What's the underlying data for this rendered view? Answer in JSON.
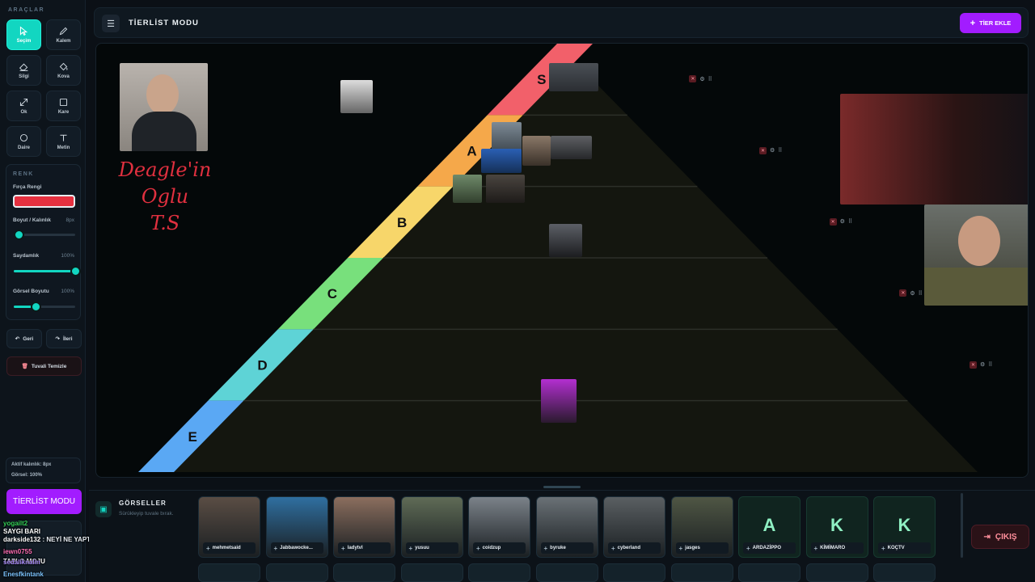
{
  "sidebar": {
    "section_tools": "ARAÇLAR",
    "tools": [
      {
        "label": "Seçim",
        "icon": "cursor-icon",
        "active": true
      },
      {
        "label": "Kalem",
        "icon": "pencil-icon"
      },
      {
        "label": "Silgi",
        "icon": "eraser-icon"
      },
      {
        "label": "Kova",
        "icon": "bucket-icon"
      },
      {
        "label": "Ok",
        "icon": "arrow-icon"
      },
      {
        "label": "Kare",
        "icon": "square-icon"
      },
      {
        "label": "Daire",
        "icon": "circle-icon"
      },
      {
        "label": "Metin",
        "icon": "text-icon"
      }
    ],
    "color_section": "RENK",
    "brush_color_label": "Fırça Rengi",
    "brush_color": "#e5303f",
    "size_label": "Boyut / Kalınlık",
    "size_value": "8px",
    "size_fraction": 0.08,
    "opacity_label": "Saydamlık",
    "opacity_value": "100%",
    "opacity_fraction": 1.0,
    "image_size_label": "Görsel Boyutu",
    "image_size_value": "100%",
    "image_size_fraction": 0.35,
    "undo_label": "Geri",
    "redo_label": "İleri",
    "clear_label": "Tuvali Temizle",
    "status_thickness": "Aktif kalınlık: 8px",
    "status_image": "Görsel: 100%",
    "mode_button": "TİERLİST MODU"
  },
  "header": {
    "title": "TİERLİST MODU",
    "add_tier_label": "TİER EKLE",
    "accent": "#a21cff"
  },
  "tiers": [
    {
      "label": "S",
      "color": "#f2606a"
    },
    {
      "label": "A",
      "color": "#f5a84a"
    },
    {
      "label": "B",
      "color": "#f7d66a"
    },
    {
      "label": "C",
      "color": "#78e07c"
    },
    {
      "label": "D",
      "color": "#5ed3d6"
    },
    {
      "label": "E",
      "color": "#5aa8f4"
    }
  ],
  "handwriting": [
    "Deagle'in",
    "Oglu",
    "T.S"
  ],
  "gallery": {
    "title": "GÖRSELLER",
    "subtitle": "Sürükleyip tuvale bırak.",
    "images": [
      "mehmetsaid",
      "Jabbawocke...",
      "ladytvl",
      "yusuu",
      "coidzup",
      "byruke",
      "cyberland",
      "jasges"
    ],
    "letters": [
      {
        "letter": "A",
        "name": "ARDAZİPPO"
      },
      {
        "letter": "K",
        "name": "KİMİMARO"
      },
      {
        "letter": "K",
        "name": "KOÇTV"
      }
    ]
  },
  "exit_label": "ÇIKIŞ",
  "chat": [
    {
      "user": "yogailt2",
      "text": "",
      "color": "#34d058"
    },
    {
      "user": "SAYGI BARI",
      "text": "",
      "color": "#ffffff"
    },
    {
      "user": "darkside132",
      "text": "NEYİ NE YAPTIM",
      "color": "#ffffff"
    },
    {
      "user": "iewn0755",
      "text": "",
      "color": "#ff6eb4"
    },
    {
      "user": "TAPLO MOJU",
      "text": "",
      "color": "#ffffff"
    },
    {
      "user": "sedaliknalin",
      "text": "",
      "color": "#a78bfa"
    },
    {
      "user": "Enesfkintank",
      "text": "",
      "color": "#7cc4ff"
    }
  ]
}
